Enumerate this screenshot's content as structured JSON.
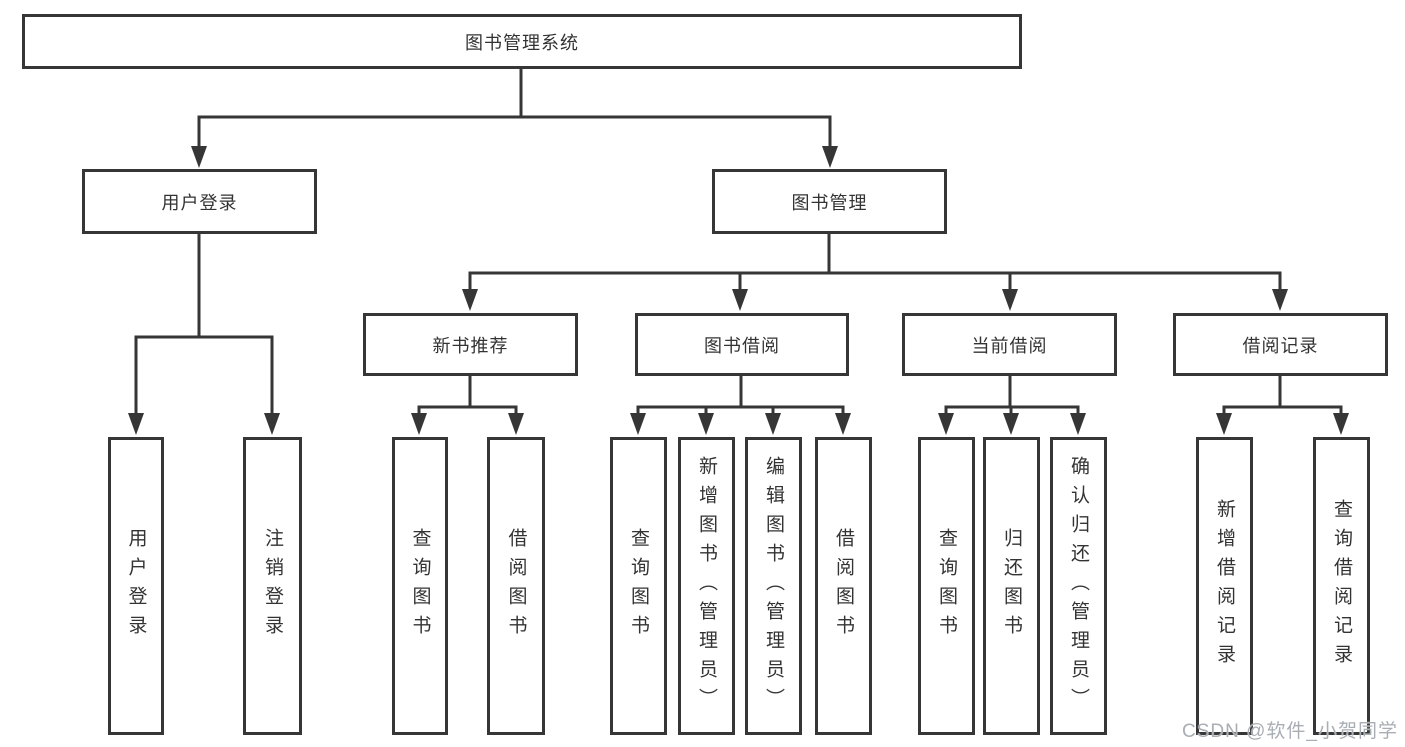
{
  "diagram": {
    "root": {
      "label": "图书管理系统"
    },
    "branches": [
      {
        "label": "用户登录",
        "children": [
          {
            "label": "用户登录"
          },
          {
            "label": "注销登录"
          }
        ]
      },
      {
        "label": "图书管理",
        "children": [
          {
            "label": "新书推荐",
            "children": [
              {
                "label": "查询图书"
              },
              {
                "label": "借阅图书"
              }
            ]
          },
          {
            "label": "图书借阅",
            "children": [
              {
                "label": "查询图书"
              },
              {
                "label": "新增图书（管理员）"
              },
              {
                "label": "编辑图书（管理员）"
              },
              {
                "label": "借阅图书"
              }
            ]
          },
          {
            "label": "当前借阅",
            "children": [
              {
                "label": "查询图书"
              },
              {
                "label": "归还图书"
              },
              {
                "label": "确认归还（管理员）"
              }
            ]
          },
          {
            "label": "借阅记录",
            "children": [
              {
                "label": "新增借阅记录"
              },
              {
                "label": "查询借阅记录"
              }
            ]
          }
        ]
      }
    ]
  },
  "watermark": {
    "text": "CSDN @软件_小贺同学"
  },
  "colors": {
    "line": "#363636",
    "box_border": "#363636",
    "text": "#333333",
    "watermark_text": "#a9aeb4"
  }
}
